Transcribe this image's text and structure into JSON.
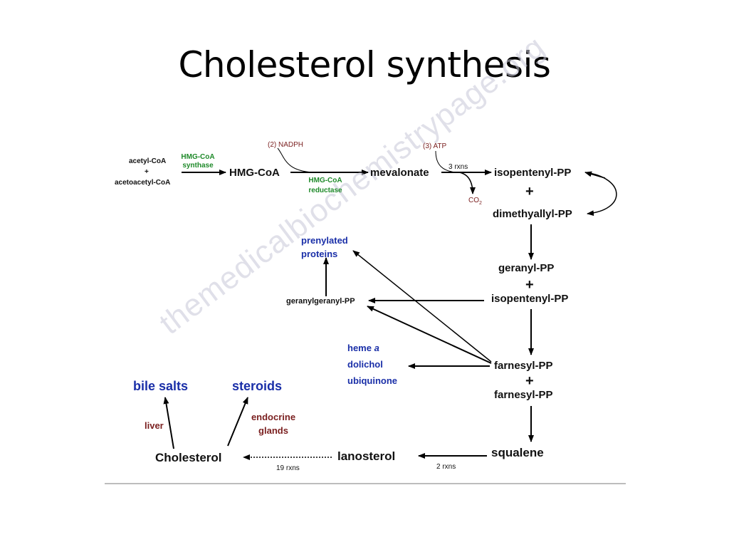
{
  "title": "Cholesterol synthesis",
  "watermark": "themedicalbiochemistrypage.org",
  "nodes": {
    "acetyl_coa": "acetyl-CoA",
    "plus_small": "+",
    "acetoacetyl_coa": "acetoacetyl-CoA",
    "hmg_coa": "HMG-CoA",
    "mevalonate": "mevalonate",
    "isopentenyl_pp": "isopentenyl-PP",
    "plus": "+",
    "dimethyallyl_pp": "dimethyallyl-PP",
    "geranyl_pp": "geranyl-PP",
    "plus2": "+",
    "isopentenyl_pp2": "isopentenyl-PP",
    "farnesyl_pp": "farnesyl-PP",
    "plus3": "+",
    "farnesyl_pp2": "farnesyl-PP",
    "squalene": "squalene",
    "lanosterol": "lanosterol",
    "cholesterol": "Cholesterol",
    "geranylgeranyl_pp": "geranylgeranyl-PP",
    "prenylated_proteins": "prenylated proteins",
    "heme": "heme",
    "heme_a": "a",
    "dolichol": "dolichol",
    "ubiquinone": "ubiquinone",
    "bile_salts": "bile salts",
    "steroids": "steroids"
  },
  "labels": {
    "hmg_coa_synthase": "HMG-CoA synthase",
    "nadph": "(2) NADPH",
    "hmg_coa_reductase": "HMG-CoA reductase",
    "atp": "(3) ATP",
    "three_rxns": "3 rxns",
    "co2": "CO",
    "co2_sub": "2",
    "two_rxns": "2 rxns",
    "nineteen_rxns": "19 rxns",
    "liver": "liver",
    "endocrine_glands": "endocrine glands"
  },
  "colors": {
    "enzyme": "#1f8a2a",
    "cofactor": "#7a1f1f",
    "product": "#1a2fa8",
    "arrow": "#000000",
    "rule": "#bdbdbd"
  }
}
